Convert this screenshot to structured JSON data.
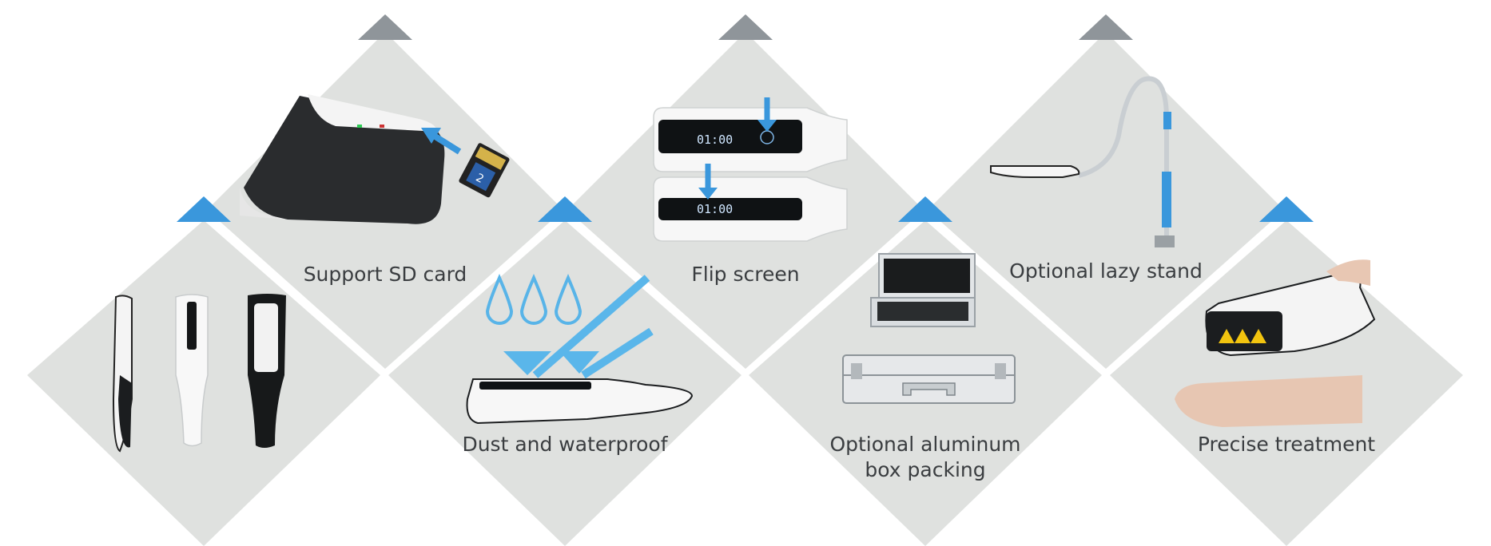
{
  "features": [
    {
      "id": "sd-card",
      "label": "Support SD card"
    },
    {
      "id": "flip-screen",
      "label": "Flip screen",
      "display_time": "01:00"
    },
    {
      "id": "lazy-stand",
      "label": "Optional lazy stand"
    },
    {
      "id": "device-views",
      "label": ""
    },
    {
      "id": "waterproof",
      "label": "Dust and waterproof"
    },
    {
      "id": "aluminum-box",
      "label_line1": "Optional aluminum",
      "label_line2": "box packing"
    },
    {
      "id": "treatment",
      "label": "Precise treatment"
    }
  ],
  "colors": {
    "tile": "#dfe1df",
    "accent_blue": "#3a97dc",
    "accent_gray": "#8f959a",
    "text": "#3a3d40"
  }
}
